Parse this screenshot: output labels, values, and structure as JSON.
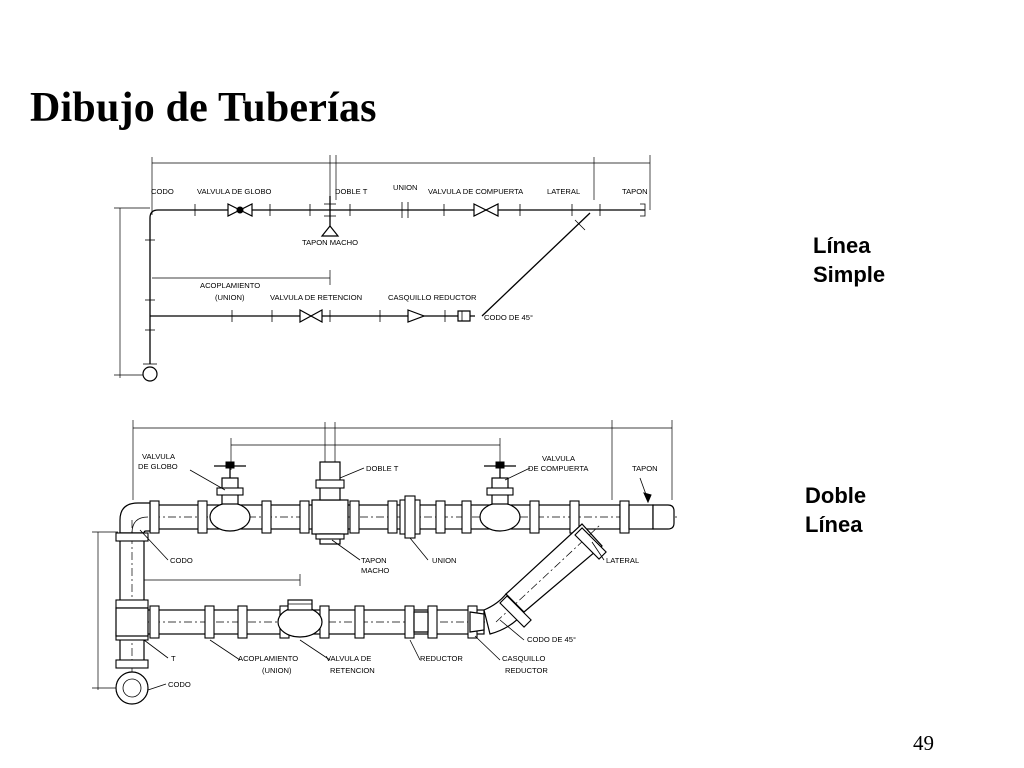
{
  "slide": {
    "title": "Dibujo de Tuberías",
    "page_number": "49"
  },
  "side_labels": {
    "single": [
      "Línea",
      "Simple"
    ],
    "double": [
      "Doble",
      "Línea"
    ]
  },
  "single_line_diagram": {
    "labels": {
      "codo": "CODO",
      "valvula_globo": "VALVULA DE GLOBO",
      "doble_t": "DOBLE T",
      "union": "UNION",
      "valvula_compuerta": "VALVULA DE COMPUERTA",
      "lateral": "LATERAL",
      "tapon": "TAPON",
      "tapon_macho": "TAPON MACHO",
      "acoplamiento": "ACOPLAMIENTO",
      "acoplamiento_sub": "(UNION)",
      "valvula_retencion": "VALVULA DE RETENCION",
      "casquillo_reductor": "CASQUILLO REDUCTOR",
      "codo_45": "CODO DE 45°"
    }
  },
  "double_line_diagram": {
    "labels": {
      "valvula_globo_1": "VALVULA",
      "valvula_globo_2": "DE GLOBO",
      "doble_t": "DOBLE T",
      "valvula_compuerta_1": "VALVULA",
      "valvula_compuerta_2": "DE COMPUERTA",
      "tapon": "TAPON",
      "codo": "CODO",
      "tapon_macho_1": "TAPON",
      "tapon_macho_2": "MACHO",
      "union": "UNION",
      "lateral": "LATERAL",
      "codo_45": "CODO DE 45°",
      "t": "T",
      "acoplamiento_1": "ACOPLAMIENTO",
      "acoplamiento_2": "(UNION)",
      "valvula_retencion_1": "VALVULA DE",
      "valvula_retencion_2": "RETENCION",
      "reductor": "REDUCTOR",
      "casquillo_1": "CASQUILLO",
      "casquillo_2": "REDUCTOR",
      "codo_bottom": "CODO"
    }
  }
}
